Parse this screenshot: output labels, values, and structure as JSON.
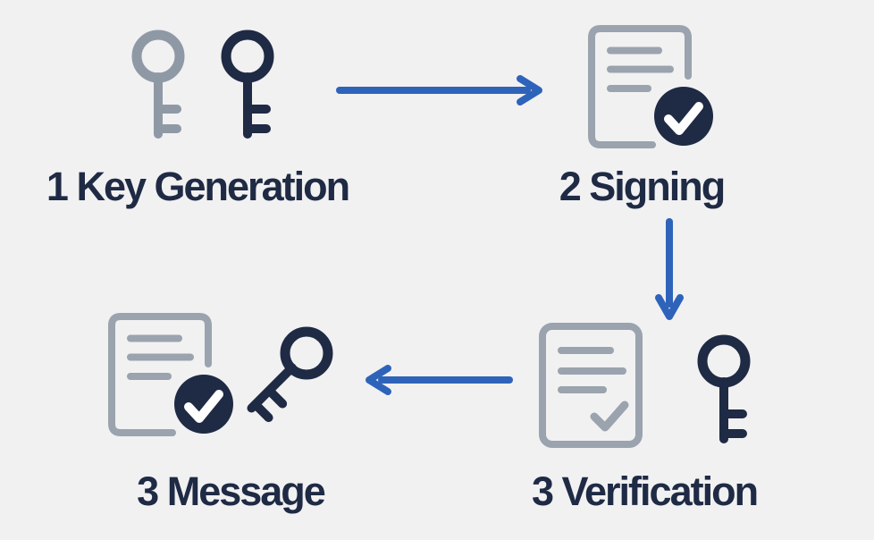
{
  "diagram": {
    "steps": [
      {
        "id": "key-generation",
        "label": "1 Key Generation",
        "icons": [
          "public-key-icon",
          "private-key-icon"
        ]
      },
      {
        "id": "signing",
        "label": "2 Signing",
        "icons": [
          "document-with-check-badge-icon"
        ]
      },
      {
        "id": "verification",
        "label": "3 Verification",
        "icons": [
          "document-checked-icon",
          "private-key-icon"
        ]
      },
      {
        "id": "message",
        "label": "3 Message",
        "icons": [
          "document-with-check-badge-icon",
          "diagonal-key-icon"
        ]
      }
    ],
    "arrows": [
      {
        "from": "key-generation",
        "to": "signing",
        "direction": "right"
      },
      {
        "from": "signing",
        "to": "verification",
        "direction": "down"
      },
      {
        "from": "verification",
        "to": "message",
        "direction": "left"
      }
    ]
  },
  "colors": {
    "background": "#f1f1f2",
    "navy": "#1f2a44",
    "gray": "#8f99a6",
    "doc_gray": "#9aa3ae",
    "blue": "#2e63ba",
    "check": "#ffffff"
  }
}
